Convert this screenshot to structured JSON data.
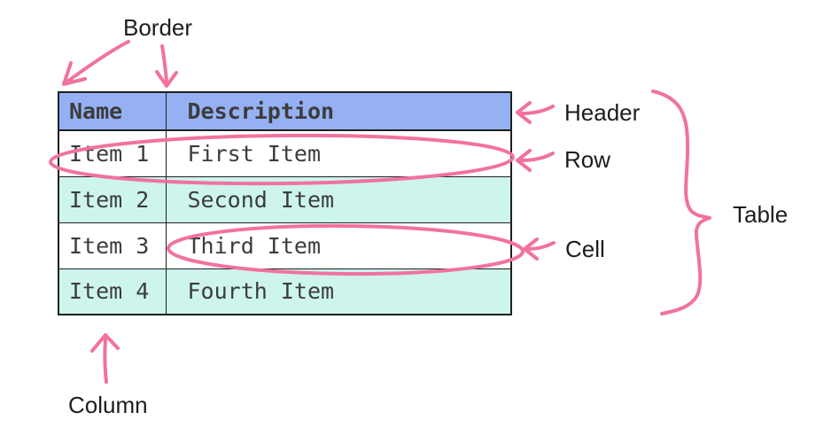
{
  "annotations": {
    "border": "Border",
    "header": "Header",
    "row": "Row",
    "cell": "Cell",
    "table": "Table",
    "column": "Column"
  },
  "table": {
    "columns": [
      {
        "label": "Name"
      },
      {
        "label": "Description"
      }
    ],
    "rows": [
      {
        "name": "Item 1",
        "description": "First Item"
      },
      {
        "name": "Item 2",
        "description": "Second Item"
      },
      {
        "name": "Item 3",
        "description": "Third Item"
      },
      {
        "name": "Item 4",
        "description": "Fourth Item"
      }
    ]
  },
  "colors": {
    "header_bg": "#95B1F3",
    "stripe_row_bg": "#CDF5EE",
    "plain_row_bg": "#FFFFFF",
    "annotation_pink": "#F1729E",
    "table_border": "#1F1F1F",
    "table_text": "#3C3C3C",
    "label_text": "#1D1D1D"
  }
}
